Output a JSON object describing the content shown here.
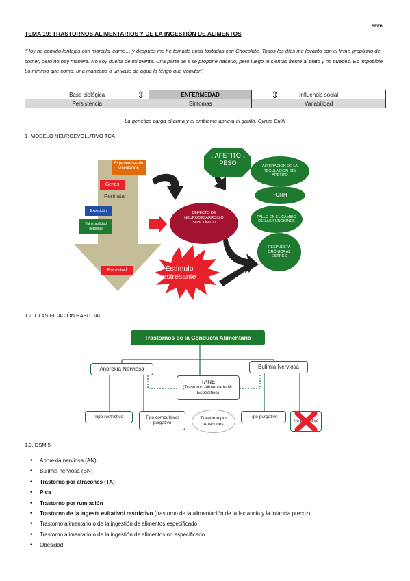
{
  "header": {
    "code": "SEFB",
    "title": "TEMA 19: TRASTORNOS ALIMENTARIOS Y DE LA INGESTIÓN DE ALIMENTOS"
  },
  "quote": "“Hoy he comido lentejas con morcilla, carne… y después me he tomado unas tostadas con Chocolate. Todos los días me levanto con el firme propósito de comer, pero no hay manera. No soy dueña de mi mente. Una parte de ti se propone hacerlo, pero luego te sientas frente al plato y no puedes. Es Imposible. Lo mínimo que como, una manzana o un vaso de agua lo tengo que vomitar”.",
  "table": {
    "row1": {
      "left": "Base biológica",
      "mid": "ENFERMEDAD",
      "right": "Influencia social"
    },
    "row2": {
      "left": "Persistencia",
      "mid": "Síntomas",
      "right": "Variabilidad"
    }
  },
  "caption": "La genética carga el arma y el ambiente aprieta el gatillo. Cyntia Bulik",
  "section1": {
    "heading": "1- MODELO NEUROEVOLUTIVO TCA",
    "experiencias": "Experiencias de vinculación",
    "genes": "Genes",
    "perinatal": "Perinatal",
    "blue_box": "Exposición",
    "green_box": "Vulnerabilidad personal",
    "pubertad": "Pubertad",
    "center": "DEFECTO DE NEURODESARROLLO SUBCLÍNICO",
    "apetito": "↓ APETITO ↓ PESO",
    "e1": "ALTERACIÓN DE LA REGULACIÓN DEL APETITO",
    "e2": "↑CRH",
    "e3": "FALLO EN EL CAMBIO DE LAS FUNCIONES",
    "e4": "RESPUESTA CRÓNICA AL ESTRÉS",
    "estimulo": "Estímulo estresante"
  },
  "section2": {
    "heading": "1.2. CLASIFICACIÓN HABITUAL",
    "top": "Trastornos de la Conducta Alimentaria",
    "anorexia": "Anorexia Nerviosa",
    "bulimia": "Bulimia Nerviosa",
    "tane": "TANE",
    "tane_sub": "(Trastorno Alimentario No Específico)",
    "restrictivo": "Tipo restrictivo",
    "compulsivo": "Tipo compulsivo/ purgativo",
    "atracones": "Trastorno por Atracones",
    "purgativo": "Tipo purgativo",
    "no_purgativo": "No purgativo"
  },
  "section3": {
    "heading": "1.3. DSM 5",
    "items": [
      {
        "text": "Anorexia nerviosa (AN)",
        "bold": "",
        "rest": ""
      },
      {
        "text": "Bulimia nerviosa (BN)",
        "bold": "",
        "rest": ""
      },
      {
        "text": "",
        "bold": "Trastorno por atracones (TA)",
        "rest": ""
      },
      {
        "text": "",
        "bold": "Pica",
        "rest": ""
      },
      {
        "text": "",
        "bold": "Trastorno por rumiación",
        "rest": ""
      },
      {
        "text": "",
        "bold": "Trastorno de la ingesta evitativo/ restrictivo",
        "rest": " (trastorno de la alimentación de la lactancia y la infancia precoz)"
      },
      {
        "text": "Trastorno alimentario o de la ingestión de alimentos especificado",
        "bold": "",
        "rest": ""
      },
      {
        "text": "Trastorno alimentario o de la ingestión de alimentos no especificado",
        "bold": "",
        "rest": ""
      },
      {
        "text": "Obesidad",
        "bold": "",
        "rest": ""
      }
    ]
  },
  "colors": {
    "green": "#1e7a2e",
    "dark_green": "#1f6b4f",
    "red": "#e8202a",
    "crimson": "#a3122f",
    "orange": "#e36c0a",
    "blue": "#1f4fa8",
    "khaki": "#c4bd97"
  }
}
